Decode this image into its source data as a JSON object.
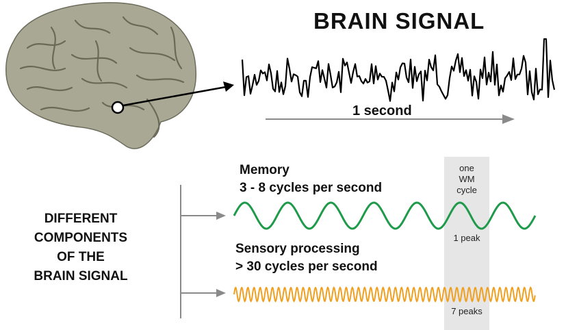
{
  "title": "BRAIN SIGNAL",
  "time_scale_label": "1 second",
  "memory": {
    "title": "Memory",
    "rate": "3 - 8 cycles per second",
    "cycles_shown": 7,
    "color": "#1e9a4a"
  },
  "sensory": {
    "title": "Sensory processing",
    "rate": "> 30 cycles per second",
    "cycles_shown": 49,
    "color": "#f0a020"
  },
  "side_label": [
    "DIFFERENT",
    "COMPONENTS",
    "OF THE",
    "BRAIN SIGNAL"
  ],
  "wm_box": {
    "line1": "one",
    "line2": "WM",
    "line3": "cycle",
    "memory_peaks": "1 peak",
    "sensory_peaks": "7 peaks"
  },
  "colors": {
    "brain": "#a9a894",
    "wm_band": "#e6e6e6",
    "arrow_gray": "#8a8a8a"
  }
}
